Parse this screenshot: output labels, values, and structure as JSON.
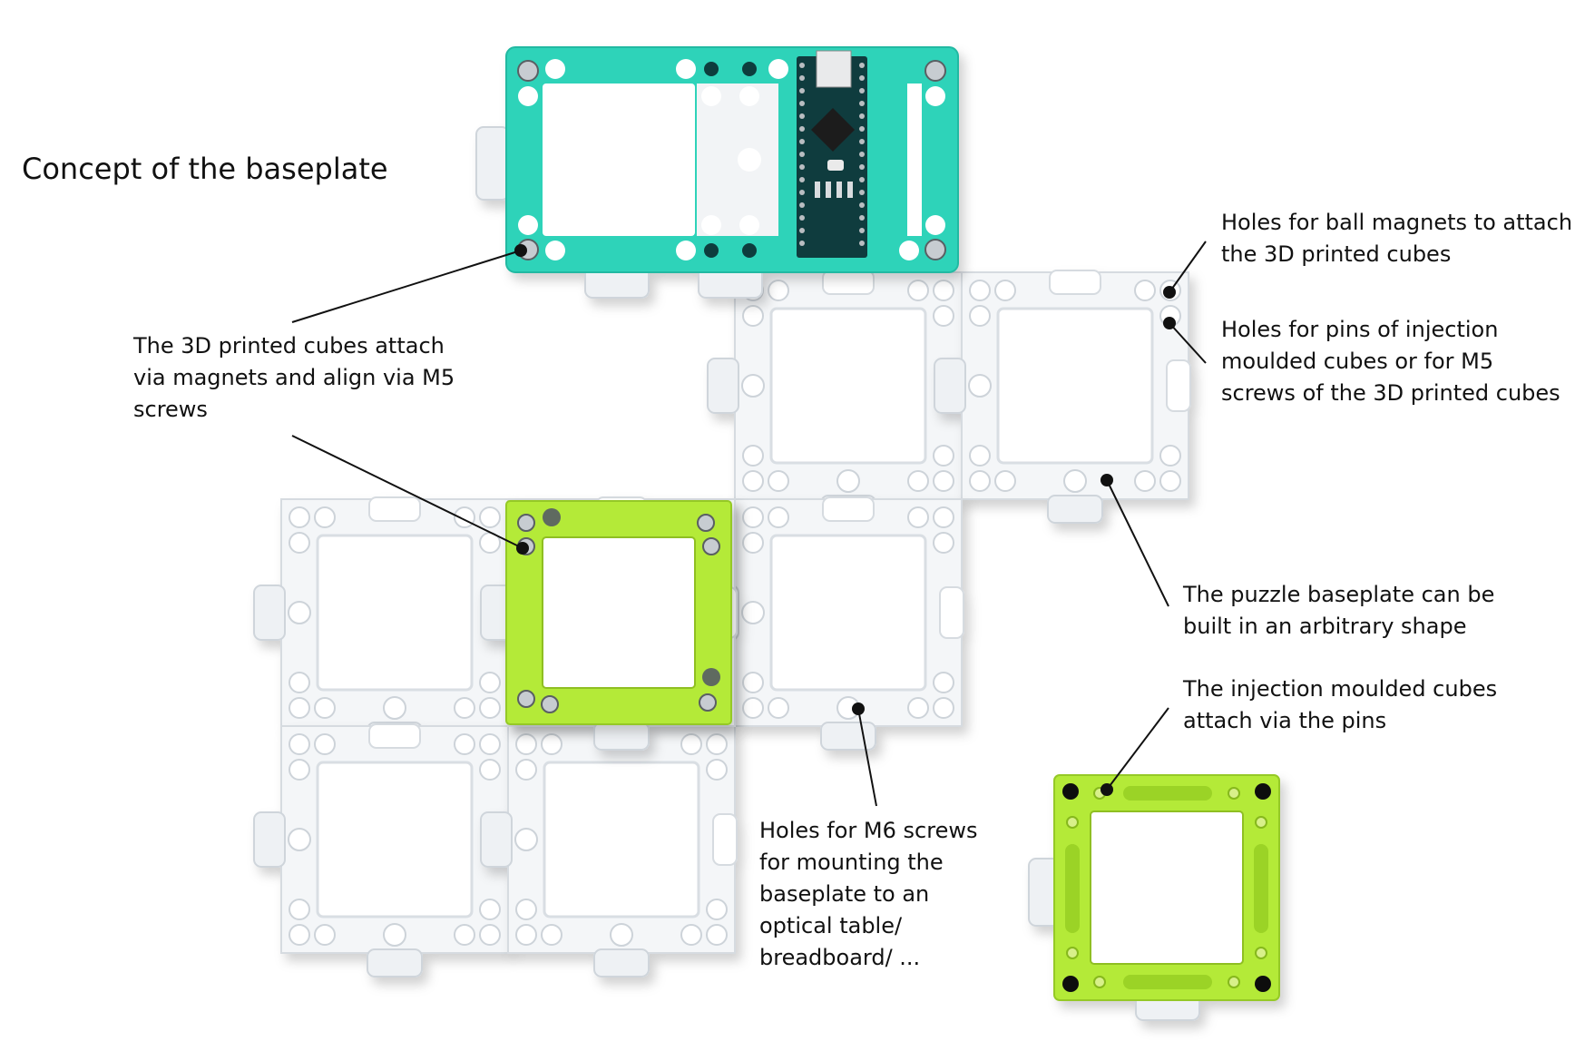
{
  "title": "Concept of the baseplate",
  "annotations": {
    "cubes_3d": [
      "The 3D printed cubes attach",
      "via magnets and align via M5",
      "screws"
    ],
    "ball_magnets": [
      "Holes for ball magnets to attach",
      "the 3D printed cubes"
    ],
    "pins": [
      "Holes for pins of injection",
      "moulded cubes or for M5",
      "screws of the 3D printed cubes"
    ],
    "puzzle": [
      "The puzzle baseplate can be",
      "built in an arbitrary shape"
    ],
    "injection": [
      "The injection moulded cubes",
      "attach via the pins"
    ],
    "m6": [
      "Holes for M6 screws",
      "for mounting the",
      "baseplate to an",
      "optical table/",
      "breadboard/ ..."
    ]
  },
  "colors": {
    "teal_plate": "#2ed3b9",
    "lime_plate": "#b4ea38",
    "white_plate": "#f4f6f8",
    "board_pcb": "#0f3c3e",
    "text": "#111111"
  },
  "icons": [
    "arduino-nano-board",
    "usb-connector",
    "microcontroller-chip"
  ]
}
